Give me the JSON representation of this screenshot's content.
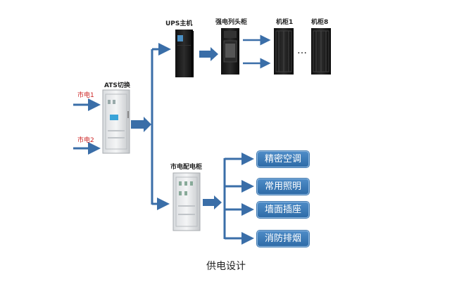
{
  "labels": {
    "ats": "ATS切换",
    "mains1": "市电1",
    "mains2": "市电2",
    "ups": "UPS主机",
    "strong_cabinet": "强电列头柜",
    "rack1": "机柜1",
    "rack8": "机柜8",
    "ellipsis": "…",
    "dist_cabinet": "市电配电柜"
  },
  "loads": [
    "精密空调",
    "常用照明",
    "墙面插座",
    "消防排烟"
  ],
  "caption": "供电设计",
  "colors": {
    "arrow": "#3a6ea8",
    "box_fill": "#3d7cbb",
    "mains_label": "#cc2222"
  }
}
